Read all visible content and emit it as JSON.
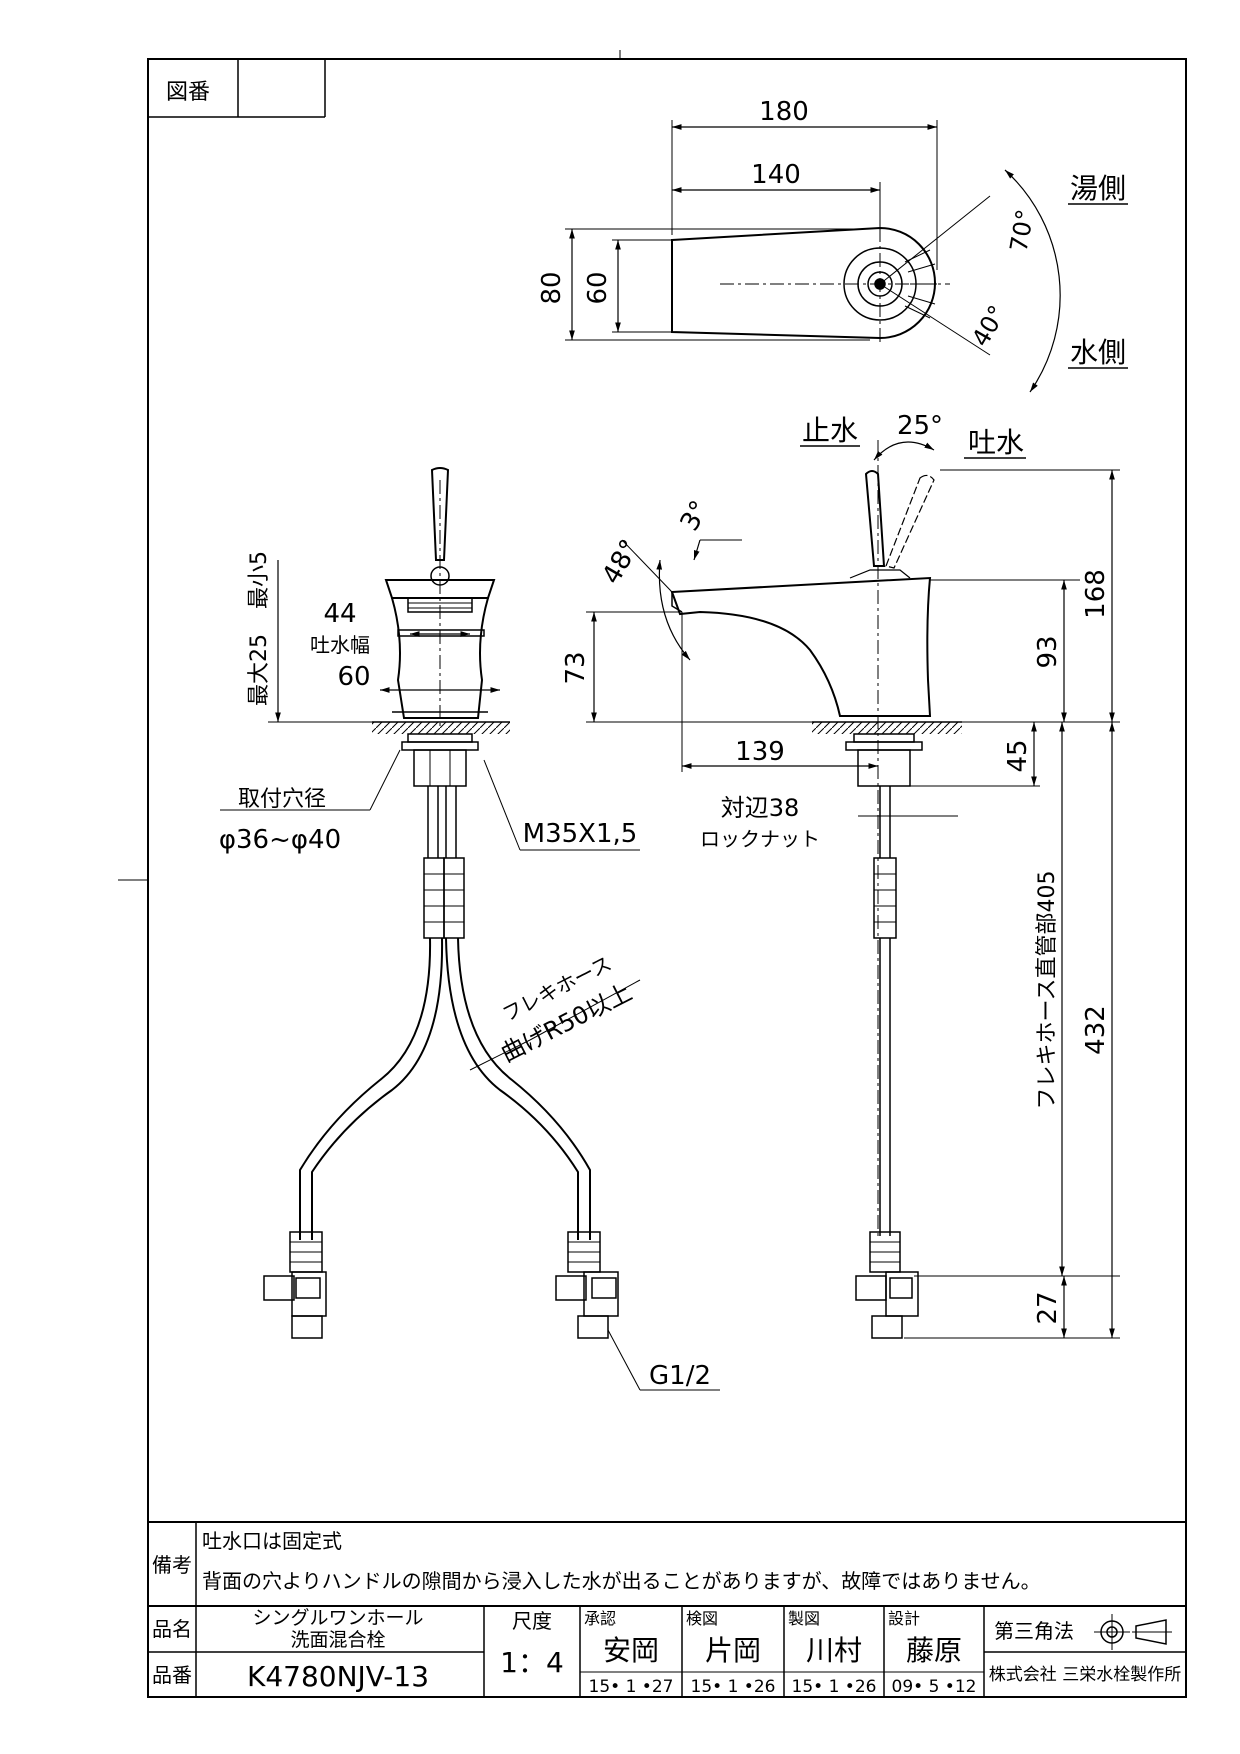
{
  "header": {
    "drawing_no_label": "図番",
    "drawing_no_value": ""
  },
  "top_view": {
    "dim_total_length": "180",
    "dim_body_length": "140",
    "dim_total_width": "80",
    "dim_body_width": "60",
    "angle_hot": "70°",
    "angle_cold": "40°",
    "label_hot": "湯側",
    "label_cold": "水側"
  },
  "front_view": {
    "dim_max": "最大25",
    "dim_min": "最小5",
    "dim_spout_width_value": "44",
    "dim_spout_width_label": "吐水幅",
    "dim_base_width": "60",
    "mount_hole_label": "取付穴径",
    "mount_hole_value": "φ36~φ40",
    "thread": "M35X1,5",
    "hose_label_1": "フレキホース",
    "hose_label_2": "曲げR50以上",
    "connection": "G1/2"
  },
  "side_view": {
    "label_stop": "止水",
    "label_discharge": "吐水",
    "angle_lever": "25°",
    "angle_small": "3°",
    "angle_spout": "48°",
    "dim_total_height": "168",
    "dim_body_height": "93",
    "dim_spout_height": "73",
    "dim_spout_reach": "139",
    "dim_nut_height": "45",
    "nut_label_1": "対辺38",
    "nut_label_2": "ロックナット",
    "hose_straight": "フレキホース直管部405",
    "dim_overall": "432",
    "dim_bottom": "27"
  },
  "title_block": {
    "notes_label": "備考",
    "note_1": "吐水口は固定式",
    "note_2": "背面の穴よりハンドルの隙間から浸入した水が出ることがありますが、故障ではありません。",
    "product_name_label": "品名",
    "product_name_1": "シングルワンホール",
    "product_name_2": "洗面混合栓",
    "product_no_label": "品番",
    "product_no": "K4780NJV-13",
    "scale_label": "尺度",
    "scale_value": "1：4",
    "approve_label": "承認",
    "approve_name": "安岡",
    "approve_date": "15• 1 •27",
    "check_label": "検図",
    "check_name": "片岡",
    "check_date": "15• 1 •26",
    "draw_label": "製図",
    "draw_name": "川村",
    "draw_date": "15• 1 •26",
    "design_label": "設計",
    "design_name": "藤原",
    "design_date": "09• 5 •12",
    "projection": "第三角法",
    "company": "株式会社 三栄水栓製作所"
  }
}
